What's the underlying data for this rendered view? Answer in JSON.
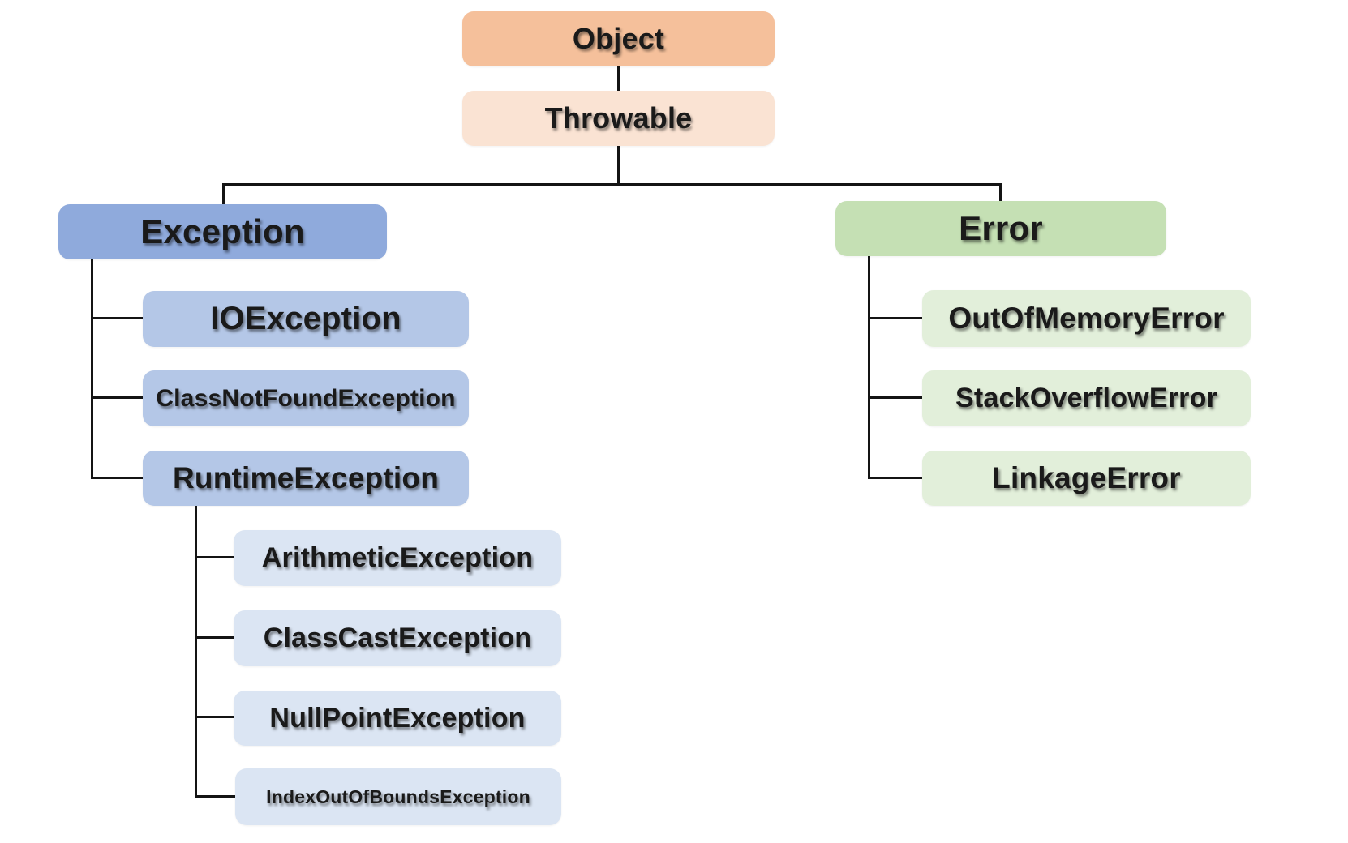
{
  "diagram": {
    "type": "tree",
    "description": "Java Throwable class hierarchy diagram",
    "background": "#FFFFFF",
    "line_color": "#141414",
    "text_color": "#1A1A1A",
    "nodes": [
      {
        "id": "object",
        "label": "Object",
        "parent": null,
        "fill": "#F5C09B"
      },
      {
        "id": "throwable",
        "label": "Throwable",
        "parent": "object",
        "fill": "#FAE3D3"
      },
      {
        "id": "exception",
        "label": "Exception",
        "parent": "throwable",
        "fill": "#8FAADC"
      },
      {
        "id": "error",
        "label": "Error",
        "parent": "throwable",
        "fill": "#C5E0B4"
      },
      {
        "id": "ioexception",
        "label": "IOException",
        "parent": "exception",
        "fill": "#B4C7E7"
      },
      {
        "id": "classnotfoundexception",
        "label": "ClassNotFoundException",
        "parent": "exception",
        "fill": "#B4C7E7"
      },
      {
        "id": "runtimeexception",
        "label": "RuntimeException",
        "parent": "exception",
        "fill": "#B4C7E7"
      },
      {
        "id": "arithmeticexception",
        "label": "ArithmeticException",
        "parent": "runtimeexception",
        "fill": "#DBE5F3"
      },
      {
        "id": "classcastexception",
        "label": "ClassCastException",
        "parent": "runtimeexception",
        "fill": "#DBE5F3"
      },
      {
        "id": "nullpointexception",
        "label": "NullPointException",
        "parent": "runtimeexception",
        "fill": "#DBE5F3"
      },
      {
        "id": "indexoutofboundsexception",
        "label": "IndexOutOfBoundsException",
        "parent": "runtimeexception",
        "fill": "#DBE5F3"
      },
      {
        "id": "outofmemoryerror",
        "label": "OutOfMemoryError",
        "parent": "error",
        "fill": "#E2EFDA"
      },
      {
        "id": "stackoverflowerror",
        "label": "StackOverflowError",
        "parent": "error",
        "fill": "#E2EFDA"
      },
      {
        "id": "linkageerror",
        "label": "LinkageError",
        "parent": "error",
        "fill": "#E2EFDA"
      }
    ]
  }
}
